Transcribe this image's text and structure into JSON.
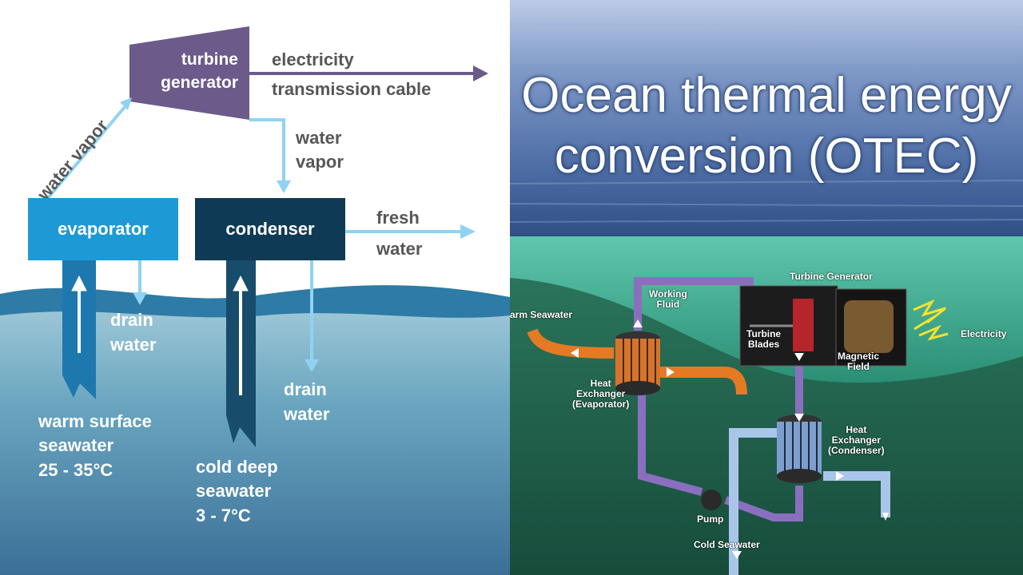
{
  "left_diagram": {
    "turbine_line1": "turbine",
    "turbine_line2": "generator",
    "electricity_line1": "electricity",
    "electricity_line2": "transmission cable",
    "water_vapor_diag": "water vapor",
    "water_vapor_1": "water",
    "water_vapor_2": "vapor",
    "evaporator": "evaporator",
    "condenser": "condenser",
    "fresh_1": "fresh",
    "fresh_2": "water",
    "drain_a_1": "drain",
    "drain_a_2": "water",
    "drain_b_1": "drain",
    "drain_b_2": "water",
    "warm_1": "warm surface",
    "warm_2": "seawater",
    "warm_3": "25 - 35°C",
    "cold_1": "cold deep",
    "cold_2": "seawater",
    "cold_3": "3 - 7°C",
    "colors": {
      "turbine": "#6b5a8a",
      "evaporator": "#1d9ad6",
      "condenser": "#0f3a55",
      "arrow": "#8fd3f2",
      "label": "#575757"
    }
  },
  "title": {
    "line1": "Ocean thermal energy",
    "line2": "conversion (OTEC)"
  },
  "illustration": {
    "turbine_generator": "Turbine Generator",
    "working_1": "Working",
    "working_2": "Fluid",
    "warm_seawater": "arm Seawater",
    "turbine_blades_1": "Turbine",
    "turbine_blades_2": "Blades",
    "magnetic_1": "Magnetic",
    "magnetic_2": "Field",
    "electricity": "Electricity",
    "hx_evap_1": "Heat",
    "hx_evap_2": "Exchanger",
    "hx_evap_3": "(Evaporator)",
    "hx_cond_1": "Heat",
    "hx_cond_2": "Exchanger",
    "hx_cond_3": "(Condenser)",
    "pump": "Pump",
    "cold_seawater": "Cold Seawater"
  }
}
